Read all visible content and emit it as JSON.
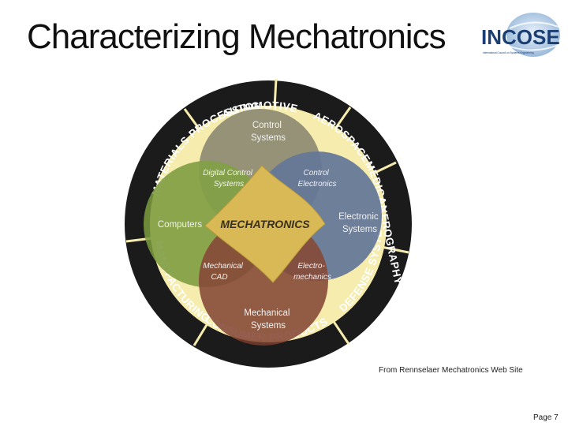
{
  "slide": {
    "title": "Characterizing Mechatronics",
    "source": "From Rennselaer Mechatronics Web Site",
    "page": "Page 7"
  },
  "logo": {
    "text": "INCOSE",
    "tagline": "International Council on Systems Engineering"
  },
  "diagram": {
    "center": "MECHATRONICS",
    "circles": {
      "control": [
        "Control",
        "Systems"
      ],
      "computers": "Computers",
      "electronic": [
        "Electronic",
        "Systems"
      ],
      "mechanical": [
        "Mechanical",
        "Systems"
      ]
    },
    "overlaps": {
      "digital_control": [
        "Digital Control",
        "Systems"
      ],
      "control_electronics": [
        "Control",
        "Electronics"
      ],
      "mechanical_cad": [
        "Mechanical",
        "CAD"
      ],
      "electromechanics": [
        "Electro-",
        "mechanics"
      ]
    },
    "ring_labels": [
      "AUTOMOTIVE",
      "AEROSPACE",
      "MEDICAL",
      "XEROGRAPHY",
      "DEFENSE SYSTEMS",
      "CONSUMER PRODUCTS",
      "MANUFACTURING",
      "MATERIALS PROCESSING"
    ],
    "colors": {
      "ring": "#1b1b1b",
      "ring_text": "#ffffff",
      "background_disc": "#f6ecad",
      "control": "#8e8b73",
      "computers": "#7a9a3e",
      "electronic": "#5b6f96",
      "mechanical": "#7d3d2f",
      "center": "#d8b955"
    }
  }
}
